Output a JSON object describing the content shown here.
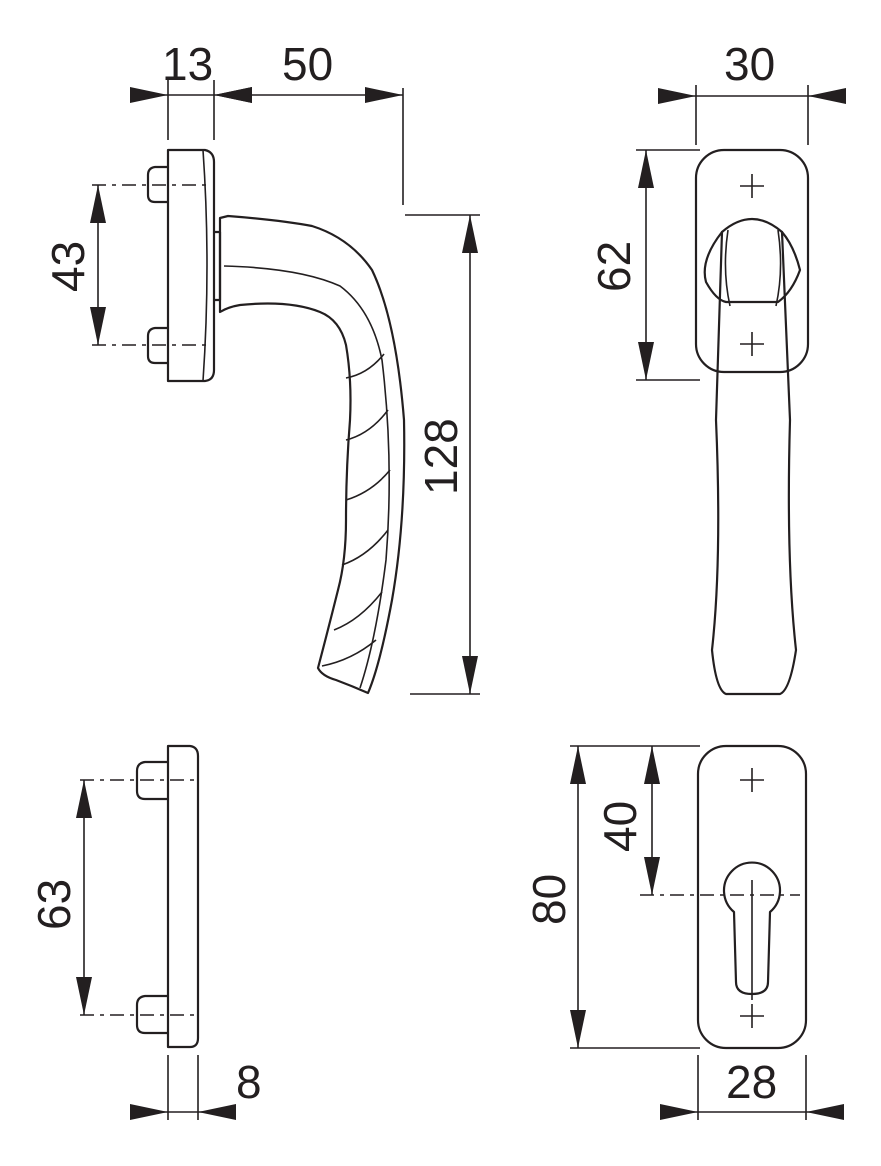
{
  "dimensions": {
    "side_rose_depth": "13",
    "side_lever_projection": "50",
    "side_screw_spacing": "43",
    "side_lever_length": "128",
    "front_rose_width": "30",
    "front_rose_height": "62",
    "plate_screw_spacing": "63",
    "plate_thickness": "8",
    "cylinder_offset": "40",
    "escutcheon_height": "80",
    "escutcheon_width": "28"
  },
  "colors": {
    "line": "#231f20",
    "background": "#ffffff"
  }
}
